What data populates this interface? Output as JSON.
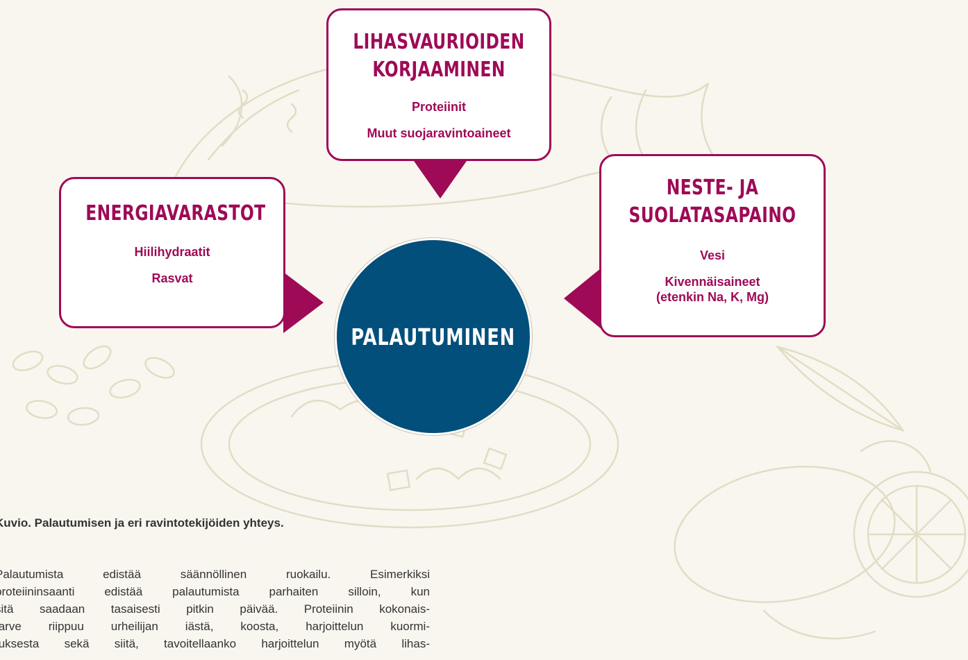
{
  "diagram": {
    "hub_label": "PALAUTUMINEN",
    "cards": {
      "muscle": {
        "title_lines": [
          "LIHASVAURIOIDEN",
          "KORJAAMINEN"
        ],
        "items": [
          "Proteiinit",
          "Muut suojaravintoaineet"
        ]
      },
      "energy": {
        "title_lines": [
          "ENERGIAVARASTOT"
        ],
        "items": [
          "Hiilihydraatit",
          "Rasvat"
        ]
      },
      "fluid": {
        "title_lines": [
          "NESTE- JA",
          "SUOLATASAPAINO"
        ],
        "items": [
          "Vesi",
          "Kivennäisaineet",
          "(etenkin Na, K, Mg)"
        ]
      }
    },
    "colors": {
      "accent": "#9e0a56",
      "hub": "#034f7b",
      "background": "#f8f6ef",
      "sketch": "#e3dcc4"
    }
  },
  "caption": "Kuvio. Palautumisen ja eri ravintotekijöiden yhteys.",
  "body_lines": [
    "Palautumista edistää säännöllinen ruokailu. Esimerkiksi",
    "proteiininsaanti edistää palautumista parhaiten silloin, kun",
    "sitä saadaan tasaisesti pitkin päivää. Proteiinin kokonais-",
    "tarve riippuu urheilijan iästä, koosta, harjoittelun kuormi-",
    "tuksesta sekä siitä, tavoitellaanko harjoittelun myötä lihas-"
  ]
}
